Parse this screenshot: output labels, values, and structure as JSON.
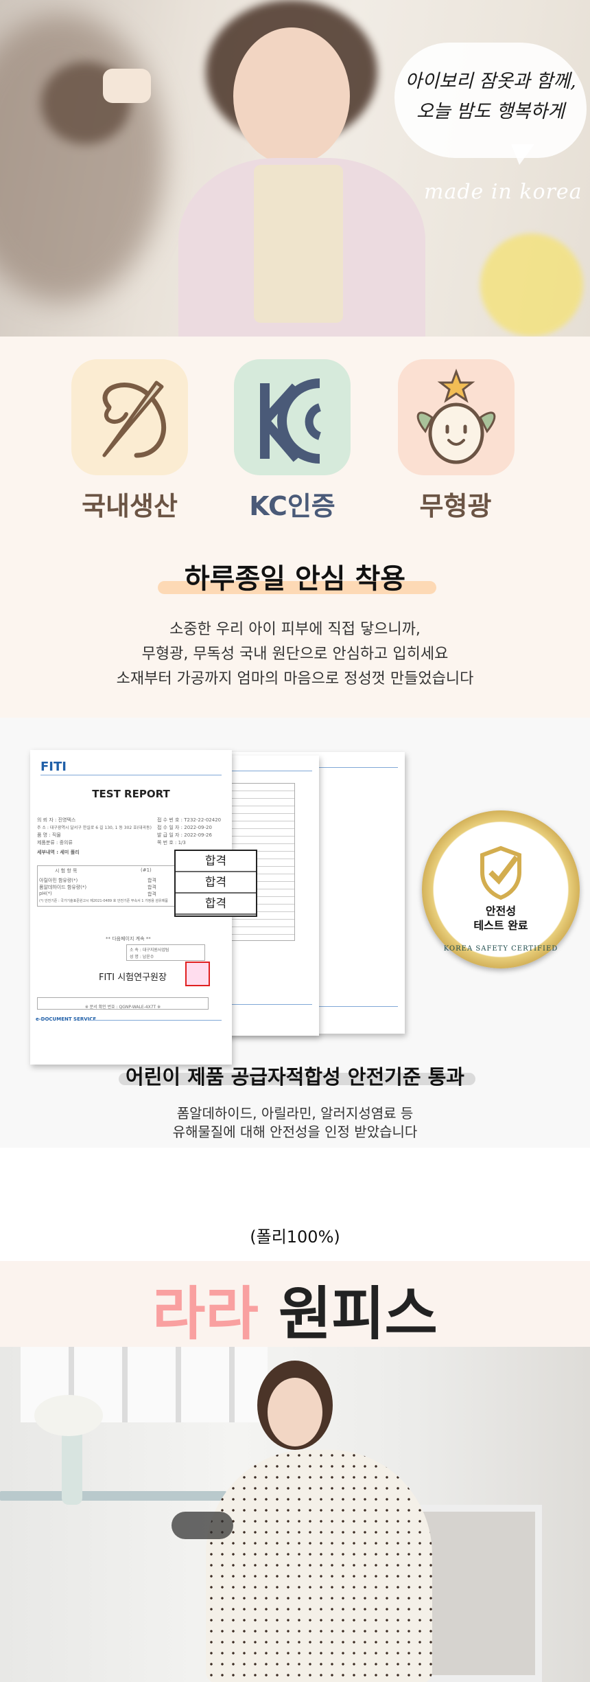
{
  "hero": {
    "bubble_line1": "아이보리 잠옷과 함께,",
    "bubble_line2": "오늘 밤도 행복하게",
    "made_in": "made in korea"
  },
  "features": {
    "items": [
      {
        "label": "국내생산",
        "icon": "needle-thread-icon",
        "bg": "#fbecd2"
      },
      {
        "label": "KC인증",
        "icon": "kc-mark-icon",
        "bg": "#d6eadb"
      },
      {
        "label": "무형광",
        "icon": "smiley-sprout-icon",
        "bg": "#fbe0d2"
      }
    ],
    "headline": "하루종일 안심 착용",
    "body": [
      "소중한 우리 아이 피부에 직접 닿으니까,",
      "무형광, 무독성 국내 원단으로 안심하고 입히세요",
      "소재부터 가공까지 엄마의 마음으로 정성껏 만들었습니다"
    ]
  },
  "report": {
    "logo": "FITI",
    "title": "TEST REPORT",
    "fields": [
      [
        "의 뢰 자 : 진영텍스",
        "접 수 번 호 : T232-22-02420"
      ],
      [
        "주 소 : 대구광역시 달서구 한실로 6 길 130, 1 동 302 호(대곡동)",
        "접 수 일 자 : 2022-09-20"
      ],
      [
        "품 명 : 직물",
        "발 급 일 자 : 2022-09-26"
      ],
      [
        "제품분류 : 중의류",
        "쪽 번 호 : 1/3"
      ],
      [
        "세부내역 : 세미 폴리",
        ""
      ]
    ],
    "table_header": [
      "시 험 항 목",
      "(#1)"
    ],
    "table_rows": [
      [
        "아릴아민 함유량(*)",
        "합격"
      ],
      [
        "폼알데하이드 함유량(*)",
        "합격"
      ],
      [
        "pH(*)",
        "합격"
      ]
    ],
    "note": "(*) 안전기준 : 국가기술표준원고시 제2021-0489 호 안전기준 부속서 1 가정용 섬유제품",
    "continued": "** 다음페이지 계속 **",
    "signer": [
      "소 속 : 대구지원사업팀",
      "성 명 : 남윤수"
    ],
    "org": "FITI 시험연구원장",
    "doc_check": "※ 문서 확인 번호 : QGNP-WALE-4X7T ※",
    "service": "e-DOCUMENT SERVICE",
    "pass_labels": [
      "합격",
      "합격",
      "합격"
    ]
  },
  "badge": {
    "line1": "안전성",
    "line2": "테스트 완료",
    "ring": "KOREA SAFETY CERTIFIED"
  },
  "cert": {
    "headline": "어린이 제품 공급자적합성 안전기준 통과",
    "body": [
      "폼알데하이드, 아릴라민, 알러지성염료 등",
      "유해물질에 대해 안전성을 인정 받았습니다"
    ]
  },
  "product": {
    "material": "(폴리100%)",
    "name_accent": "라라",
    "name": "원피스",
    "accent_color": "#f9a0a0"
  }
}
